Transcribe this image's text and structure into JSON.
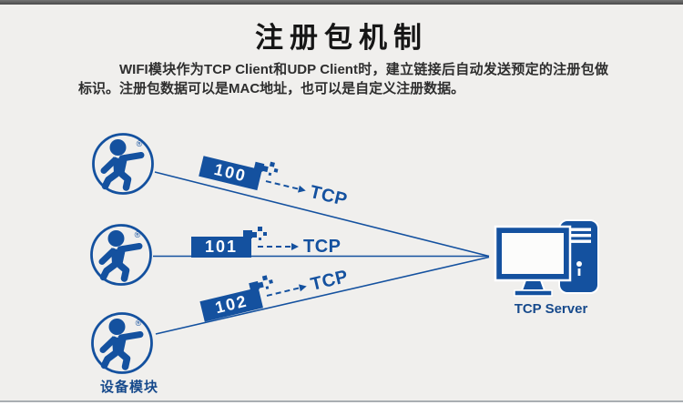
{
  "colors": {
    "primary_blue": "#14519f",
    "label_blue": "#174a8c",
    "background": "#f0efed",
    "topbar_gray": "#5a5a5a"
  },
  "header": {
    "title": "注册包机制",
    "description": "WIFI模块作为TCP Client和UDP Client时，建立链接后自动发送预定的注册包做标识。注册包数据可以是MAC地址，也可以是自定义注册数据。"
  },
  "devices": {
    "group_label": "设备模块",
    "registered_mark": "®",
    "items": [
      {
        "packet": "100",
        "protocol": "TCP"
      },
      {
        "packet": "101",
        "protocol": "TCP"
      },
      {
        "packet": "102",
        "protocol": "TCP"
      }
    ]
  },
  "server": {
    "label": "TCP Server"
  }
}
